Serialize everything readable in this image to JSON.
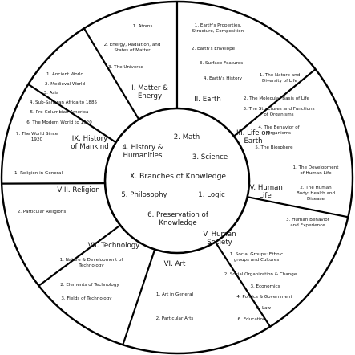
{
  "center": {
    "title": "X. Branches of Knowledge",
    "items": [
      "2. Math",
      "4. History &\nHumanities",
      "3. Science",
      "5. Philosophy",
      "1. Logic",
      "6. Preservation of\nKnowledge"
    ]
  },
  "sections": [
    {
      "title": "I. Matter &\nEnergy",
      "items": [
        "1. Atoms",
        "2. Energy, Radiation, and\nStates of Matter",
        "3. The Universe"
      ]
    },
    {
      "title": "II. Earth",
      "items": [
        "1. Earth's Properties,\nStructure, Composition",
        "2. Earth's Envelope",
        "3. Surface Features",
        "4. Earth's History"
      ]
    },
    {
      "title": "III. Life on\nEarth",
      "items": [
        "1. The Nature and\nDiversity of Life",
        "2. The Molecular Basis of Life",
        "3. The Structures and Functions\nof Organisms",
        "4. The Behavior of\nOrganisms",
        "5. The Biosphere"
      ]
    },
    {
      "title": "IV. Human\nLife",
      "items": [
        "1. The Development\nof Human Life",
        "2. The Human\nBody: Health and\nDisease",
        "3. Human Behavior\nand Experience"
      ]
    },
    {
      "title": "V. Human\nSociety",
      "items": [
        "1. Social Groups: Ethnic\ngroups and Cultures",
        "2. Social Organization & Change",
        "3. Economics",
        "4. Politics & Government",
        "5. Law",
        "6. Education"
      ]
    },
    {
      "title": "VI. Art",
      "items": [
        "1. Art in General",
        "2. Particular Arts"
      ]
    },
    {
      "title": "VII. Technology",
      "items": [
        "1. Nature & Development of\nTechnology",
        "2. Elements of Technology",
        "3. Fields of Technology"
      ]
    },
    {
      "title": "VIII. Religion",
      "items": [
        "1. Religion in General",
        "2. Particular Religions"
      ]
    },
    {
      "title": "IX. History\nof Mankind",
      "items": [
        "1. Ancient World",
        "2. Medieval World",
        "3. Asia",
        "4. Sub-Saharan Africa to 1885",
        "5. Pre-Columbian America",
        "6. The Modern World to 1920",
        "7. The World Since\n1920"
      ]
    }
  ]
}
